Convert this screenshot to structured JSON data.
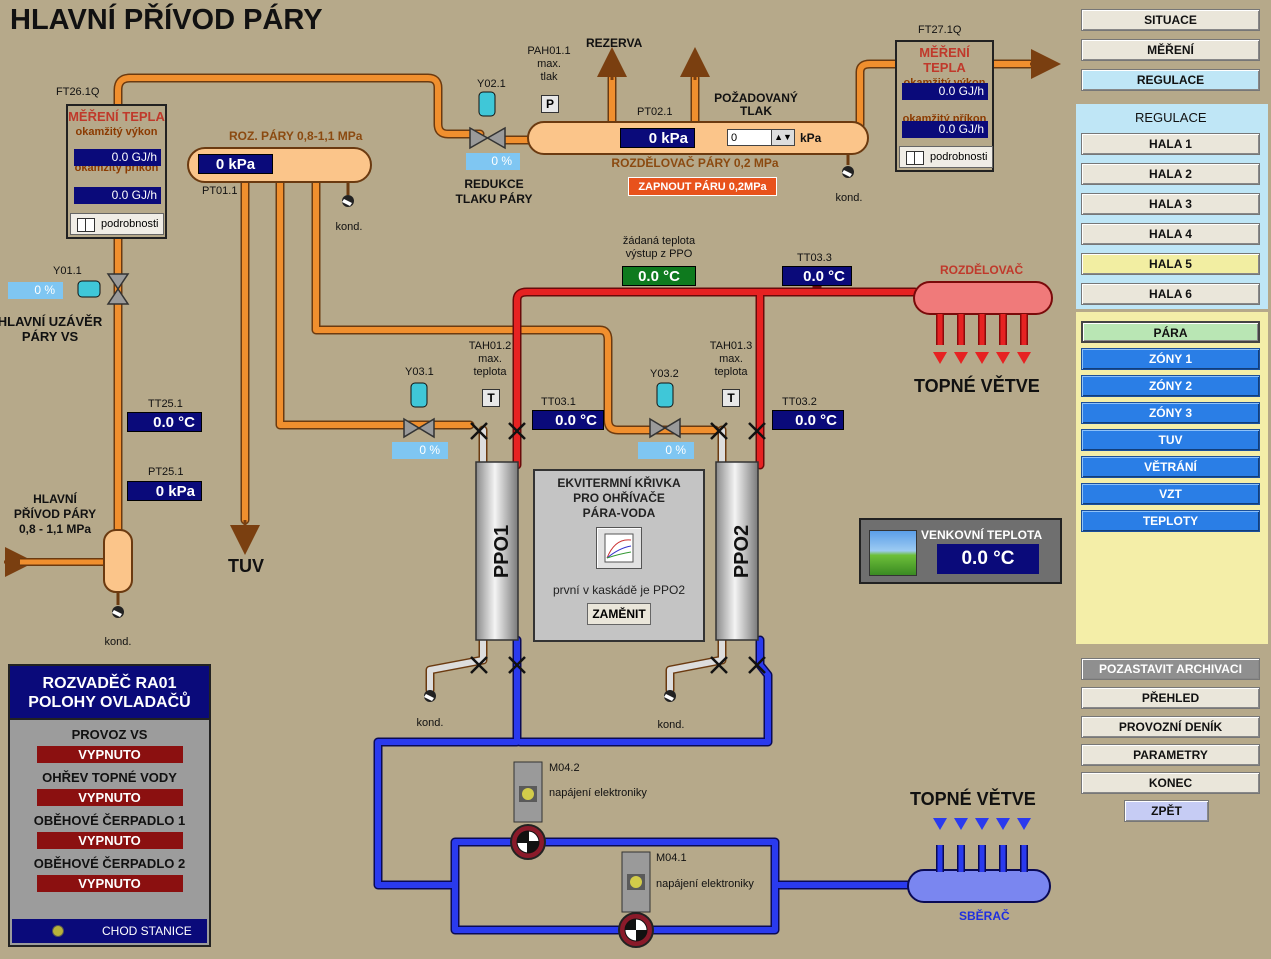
{
  "title": "HLAVNÍ PŘÍVOD PÁRY",
  "heat_left": {
    "tag": "FT26.1Q",
    "header": "MĚŘENÍ TEPLA",
    "l1": "okamžitý výkon",
    "v1": "0.0 GJ/h",
    "l2": "okamžitý příkon",
    "v2": "0.0 GJ/h",
    "detail": "podrobnosti"
  },
  "heat_right": {
    "tag": "FT27.1Q",
    "header": "MĚŘENÍ TEPLA",
    "l1": "okamžitý výkon",
    "v1": "0.0 GJ/h",
    "l2": "okamžitý příkon",
    "v2": "0.0 GJ/h",
    "detail": "podrobnosti"
  },
  "labels": {
    "roz_pary": "ROZ. PÁRY 0,8-1,1 MPa",
    "pt011_val": "0 kPa",
    "pt011": "PT01.1",
    "y011": "Y01.1",
    "y011_val": "0 %",
    "hlavni_uzaver": "HLAVNÍ UZÁVĚR\nPÁRY VS",
    "tt251": "TT25.1",
    "tt251_val": "0.0 °C",
    "pt251": "PT25.1",
    "pt251_val": "0 kPa",
    "hlavni_privod": "HLAVNÍ\nPŘÍVOD PÁRY\n0,8 - 1,1 MPa",
    "kond": "kond.",
    "tuv": "TUV",
    "y021": "Y02.1",
    "y021_val": "0 %",
    "redukce": "REDUKCE\nTLAKU PÁRY",
    "pah011": "PAH01.1\nmax.\ntlak",
    "p": "P",
    "t": "T",
    "rezerva": "REZERVA",
    "pt021": "PT02.1",
    "pt021_val": "0 kPa",
    "pozadovany": "POŽADOVANÝ\nTLAK",
    "setpoint": "0",
    "unit_kpa": "kPa",
    "rozdelovac_pary": "ROZDĚLOVAČ PÁRY 0,2 MPa",
    "zapnout": "ZAPNOUT PÁRU 0,2MPa",
    "zadana": "žádaná teplota\nvýstup z PPO",
    "zadana_val": "0.0 °C",
    "tt033": "TT03.3",
    "tt033_val": "0.0 °C",
    "rozdelovac": "ROZDĚLOVAČ",
    "topne_vetve": "TOPNÉ VĚTVE",
    "tah012": "TAH01.2\nmax.\nteplota",
    "tah013": "TAH01.3\nmax.\nteplota",
    "y031": "Y03.1",
    "y031_val": "0 %",
    "y032": "Y03.2",
    "y032_val": "0 %",
    "tt031": "TT03.1",
    "tt031_val": "0.0 °C",
    "tt032": "TT03.2",
    "tt032_val": "0.0 °C",
    "ppo1": "PPO1",
    "ppo2": "PPO2",
    "m042": "M04.2",
    "m041": "M04.1",
    "napajeni": "napájení elektroniky",
    "sberac": "SBĚRAČ"
  },
  "ekv": {
    "title": "EKVITERMNÍ KŘIVKA\nPRO OHŘÍVAČE\nPÁRA-VODA",
    "msg": "první v kaskádě je PPO2",
    "button": "ZAMĚNIT"
  },
  "outdoor": {
    "label": "VENKOVNÍ TEPLOTA",
    "value": "0.0 °C"
  },
  "panel": {
    "header": "ROZVADĚČ RA01\nPOLOHY OVLADAČŮ",
    "items": [
      {
        "label": "PROVOZ VS",
        "state": "VYPNUTO"
      },
      {
        "label": "OHŘEV TOPNÉ VODY",
        "state": "VYPNUTO"
      },
      {
        "label": "OBĚHOVÉ ČERPADLO 1",
        "state": "VYPNUTO"
      },
      {
        "label": "OBĚHOVÉ ČERPADLO 2",
        "state": "VYPNUTO"
      }
    ],
    "footer": "CHOD STANICE"
  },
  "nav": {
    "situace": "SITUACE",
    "mereni": "MĚŘENÍ",
    "regulace_btn": "REGULACE",
    "regulace_head": "REGULACE",
    "hala": [
      "HALA    1",
      "HALA    2",
      "HALA    3",
      "HALA    4",
      "HALA    5",
      "HALA    6"
    ],
    "para": "PÁRA",
    "zones": [
      "ZÓNY 1",
      "ZÓNY 2",
      "ZÓNY 3",
      "TUV",
      "VĚTRÁNÍ",
      "VZT",
      "TEPLOTY"
    ],
    "pozastavit": "POZASTAVIT ARCHIVACI",
    "prehled": "PŘEHLED",
    "denik": "PROVOZNÍ DENÍK",
    "parametry": "PARAMETRY",
    "konec": "KONEC",
    "zpet": "ZPĚT"
  },
  "colors": {
    "steam": "#E8892C",
    "hot": "#E02424",
    "cold": "#1F2FE0",
    "bg": "#B6A98A"
  }
}
